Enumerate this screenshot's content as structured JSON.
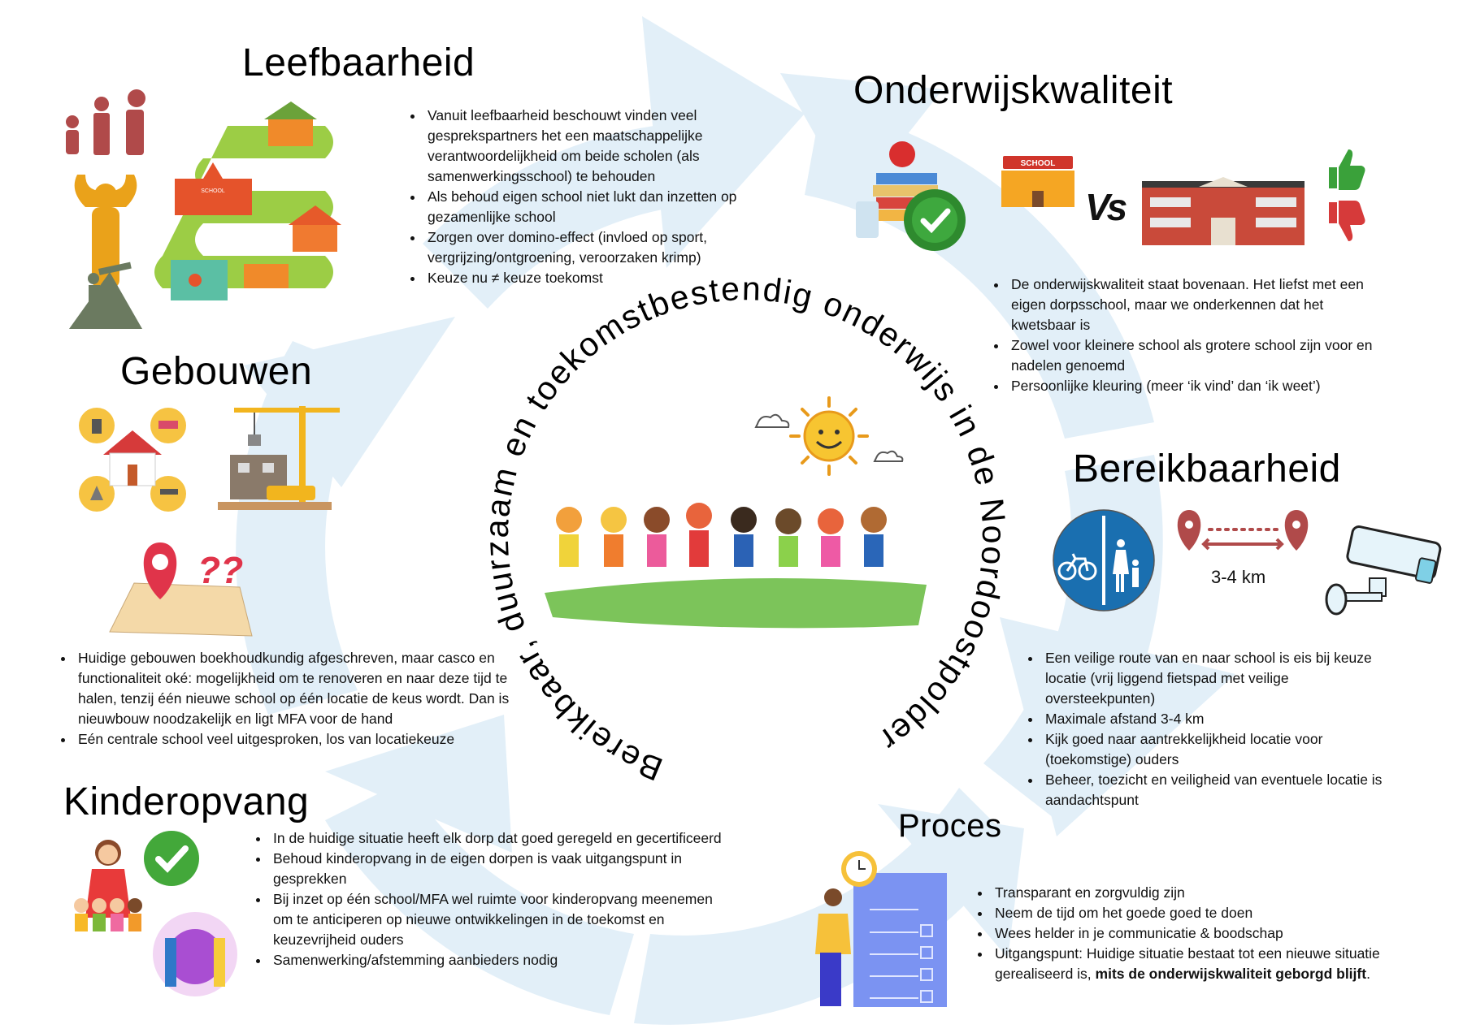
{
  "center_title": "Bereikbaar, duurzaam en toekomstbestendig onderwijs in de Noordoostpolder",
  "colors": {
    "arrow": "#e2eff8",
    "accent_red": "#b04a4a",
    "sign_blue": "#1a6fb0",
    "check_green": "#43a83a"
  },
  "leefbaarheid": {
    "title": "Leefbaarheid",
    "bullets": [
      "Vanuit leefbaarheid beschouwt vinden veel gesprekspartners het een maatschappelijke verantwoordelijkheid om beide scholen (als samenwerkingsschool) te behouden",
      "Als behoud eigen school niet lukt dan inzetten op gezamenlijke school",
      "Zorgen over domino-effect (invloed op sport, vergrijzing/ontgroening, veroorzaken krimp)",
      "Keuze nu ≠ keuze toekomst"
    ],
    "school_sign": "SCHOOL"
  },
  "onderwijskwaliteit": {
    "title": "Onderwijskwaliteit",
    "school_sign": "SCHOOL",
    "vs": "Vs",
    "bullets": [
      "De onderwijskwaliteit staat bovenaan. Het liefst met een eigen dorpsschool, maar we onderkennen dat het kwetsbaar is",
      "Zowel voor kleinere school als grotere school zijn voor en nadelen genoemd",
      "Persoonlijke kleuring (meer ‘ik vind’ dan ‘ik weet’)"
    ]
  },
  "bereikbaarheid": {
    "title": "Bereikbaarheid",
    "distance": "3-4 km",
    "bullets": [
      "Een veilige route van en naar school is eis bij keuze locatie (vrij liggend fietspad met veilige oversteekpunten)",
      "Maximale afstand 3-4 km",
      "Kijk goed naar aantrekkelijkheid locatie voor (toekomstige) ouders",
      "Beheer, toezicht en veiligheid van eventuele locatie is aandachtspunt"
    ]
  },
  "gebouwen": {
    "title": "Gebouwen",
    "bullets": [
      "Huidige gebouwen boekhoudkundig afgeschreven, maar casco en functionaliteit oké: mogelijkheid om te renoveren en naar deze tijd te halen, tenzij één nieuwe school op één locatie de keus wordt. Dan is nieuwbouw noodzakelijk en ligt MFA voor de hand",
      "Eén centrale school veel uitgesproken, los van locatiekeuze"
    ]
  },
  "kinderopvang": {
    "title": "Kinderopvang",
    "bullets": [
      "In de huidige situatie heeft elk dorp dat goed geregeld en gecertificeerd",
      "Behoud kinderopvang in de eigen dorpen is vaak uitgangspunt in gesprekken",
      "Bij inzet op één school/MFA wel ruimte voor kinderopvang meenemen om te anticiperen op nieuwe ontwikkelingen in de toekomst en keuzevrijheid ouders",
      "Samenwerking/afstemming aanbieders nodig"
    ]
  },
  "proces": {
    "title": "Proces",
    "bullets": [
      "Transparant en zorgvuldig zijn",
      "Neem de tijd om het goede goed te doen",
      "Wees helder in je communicatie & boodschap"
    ],
    "last_bullet_plain": "Uitgangspunt: Huidige situatie bestaat tot een nieuwe situatie gerealiseerd is, ",
    "last_bullet_bold": "mits de onderwijskwaliteit geborgd blijft",
    "last_bullet_end": "."
  }
}
